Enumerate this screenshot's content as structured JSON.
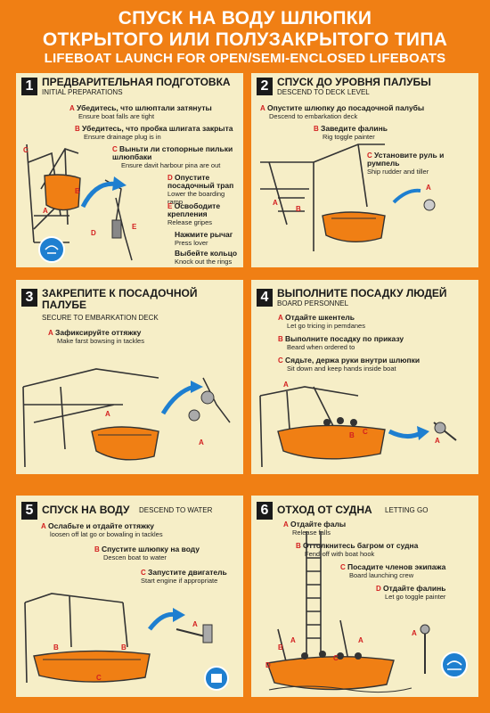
{
  "header": {
    "title_ru_1": "СПУСК НА ВОДУ ШЛЮПКИ",
    "title_ru_2": "ОТКРЫТОГО ИЛИ ПОЛУЗАКРЫТОГО ТИПА",
    "title_en": "LIFEBOAT LAUNCH FOR OPEN/SEMI-ENCLOSED LIFEBOATS"
  },
  "colors": {
    "background": "#f07f14",
    "panel": "#f6eec7",
    "letter": "#d32020",
    "arrow": "#1e7fd0"
  },
  "panels": [
    {
      "number": "1",
      "title_ru": "ПРЕДВАРИТЕЛЬНАЯ ПОДГОТОВКА",
      "title_en": "INITIAL PREPARATIONS",
      "steps": [
        {
          "letter": "A",
          "ru": "Убедитесь, что шлюптали затянуты",
          "en": "Ensure boat falls are tight"
        },
        {
          "letter": "B",
          "ru": "Убедитесь, что пробка шлигата закрыта",
          "en": "Ensure drainage plug is in"
        },
        {
          "letter": "C",
          "ru": "Выньти ли стопорные пильки шлюпбаки",
          "en": "Ensure davit harbour pina are out"
        },
        {
          "letter": "D",
          "ru": "Опустите посадочный трап",
          "en": "Lower the boarding ramp"
        },
        {
          "letter": "E",
          "ru": "Освободите крепления",
          "en": "Release gripes"
        },
        {
          "letter": "",
          "ru": "Нажмите рычаг",
          "en": "Press lover"
        },
        {
          "letter": "",
          "ru": "Выбейте кольцо",
          "en": "Knock out the rings"
        }
      ]
    },
    {
      "number": "2",
      "title_ru": "СПУСК ДО УРОВНЯ ПАЛУБЫ",
      "title_en": "DESCEND TO DECK LEVEL",
      "steps": [
        {
          "letter": "A",
          "ru": "Опустите шлюпку до посадочной палубы",
          "en": "Descend to embarkation deck"
        },
        {
          "letter": "B",
          "ru": "Заведите фалинь",
          "en": "Rig toggle painter"
        },
        {
          "letter": "C",
          "ru": "Установите руль и румпель",
          "en": "Ship rudder and tiller"
        }
      ]
    },
    {
      "number": "3",
      "title_ru": "ЗАКРЕПИТЕ К ПОСАДОЧНОЙ ПАЛУБЕ",
      "title_en": "SECURE TO EMBARKATION DECK",
      "steps": [
        {
          "letter": "A",
          "ru": "Зафиксируйте оттяжку",
          "en": "Make farst bowsing in tackles"
        }
      ]
    },
    {
      "number": "4",
      "title_ru": "ВЫПОЛНИТЕ ПОСАДКУ ЛЮДЕЙ",
      "title_en": "BOARD PERSONNEL",
      "steps": [
        {
          "letter": "A",
          "ru": "Отдайте шкентель",
          "en": "Let go tricing in pemdanes"
        },
        {
          "letter": "B",
          "ru": "Выполните посадку по приказу",
          "en": "Beard when ordered to"
        },
        {
          "letter": "C",
          "ru": "Сядьте, держа руки внутри шлюпки",
          "en": "Sit down and keep hands inside boat"
        }
      ]
    },
    {
      "number": "5",
      "title_ru": "СПУСК НА ВОДУ",
      "title_en": "DESCEND TO WATER",
      "steps": [
        {
          "letter": "A",
          "ru": "Ослабьте и отдайте оттяжку",
          "en": "loosen off lat go or bowaling in tackles"
        },
        {
          "letter": "B",
          "ru": "Спустите шлюпку на воду",
          "en": "Descen boat to water"
        },
        {
          "letter": "C",
          "ru": "Запустите двигатель",
          "en": "Start engine if appropriate"
        }
      ]
    },
    {
      "number": "6",
      "title_ru": "ОТХОД ОТ СУДНА",
      "title_en": "LETTING GO",
      "steps": [
        {
          "letter": "A",
          "ru": "Отдайте фалы",
          "en": "Release falls"
        },
        {
          "letter": "B",
          "ru": "Оттолкнитесь багром от судна",
          "en": "Fend-off with boat hook"
        },
        {
          "letter": "C",
          "ru": "Посадите членов экипажа",
          "en": "Board launching crew"
        },
        {
          "letter": "D",
          "ru": "Отдайте фалинь",
          "en": "Let go toggle painter"
        }
      ]
    }
  ]
}
